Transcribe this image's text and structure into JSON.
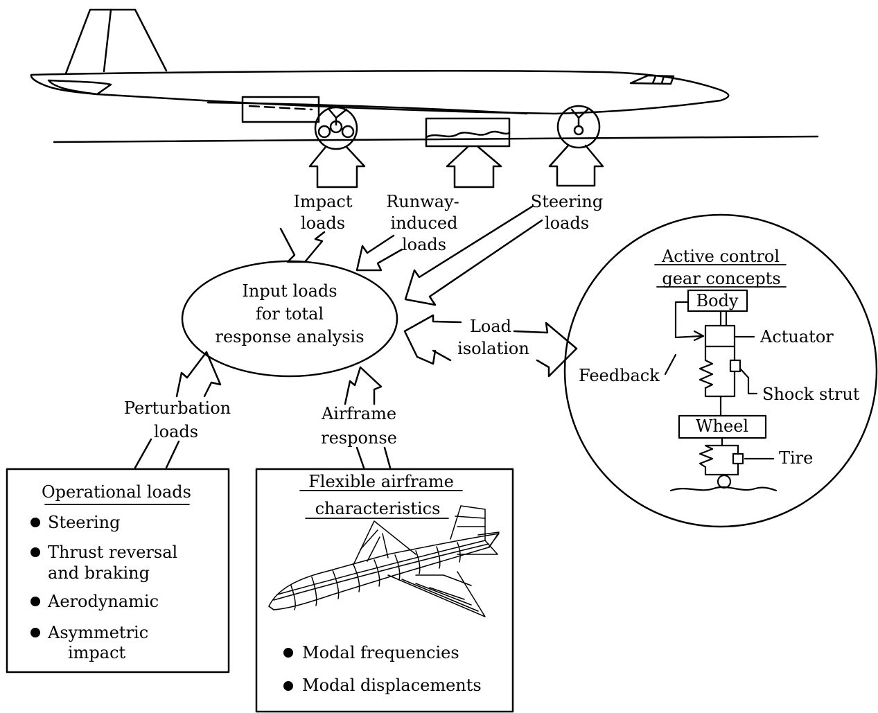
{
  "input_loads": {
    "lines": [
      "Input loads",
      "for total",
      "response analysis"
    ]
  },
  "arrow_labels": {
    "impact": [
      "Impact",
      "loads"
    ],
    "runway": [
      "Runway-",
      "induced",
      "loads"
    ],
    "steering": [
      "Steering",
      "loads"
    ],
    "perturbation": [
      "Perturbation",
      "loads"
    ],
    "airframe_response": [
      "Airframe",
      "response"
    ],
    "load_isolation": [
      "Load",
      "isolation"
    ]
  },
  "operational_loads": {
    "title": "Operational loads",
    "items": [
      [
        "Steering"
      ],
      [
        "Thrust reversal",
        "and braking"
      ],
      [
        "Aerodynamic"
      ],
      [
        "Asymmetric",
        "impact"
      ]
    ]
  },
  "flexible_airframe": {
    "title": [
      "Flexible airframe",
      "characteristics"
    ],
    "items": [
      "Modal frequencies",
      "Modal displacements"
    ]
  },
  "active_control": {
    "title": [
      "Active control",
      "gear concepts"
    ],
    "labels": {
      "body": "Body",
      "actuator": "Actuator",
      "feedback": "Feedback",
      "shock_strut": "Shock strut",
      "wheel": "Wheel",
      "tire": "Tire"
    }
  },
  "colors": {
    "ink": "#000000",
    "paper": "#ffffff"
  }
}
